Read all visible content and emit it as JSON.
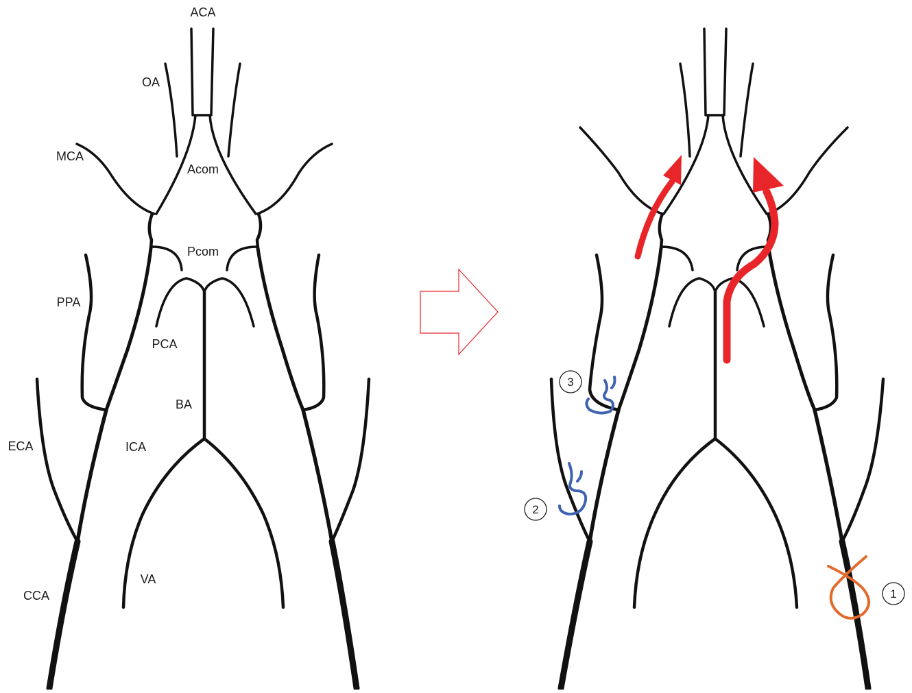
{
  "labels": {
    "aca": "ACA",
    "oa": "OA",
    "mca": "MCA",
    "acom": "Acom",
    "pcom": "Pcom",
    "ppa": "PPA",
    "pca": "PCA",
    "ba": "BA",
    "eca": "ECA",
    "ica": "ICA",
    "cca": "CCA",
    "va": "VA"
  },
  "ligations": {
    "one": "1",
    "two": "2",
    "three": "3"
  },
  "colors": {
    "vessel": "#111111",
    "flow_arrow": "#e8262a",
    "transition_arrow": "#e8262a",
    "ligature_cca": "#e26a2c",
    "ligature_eca_ppa": "#3f63b0"
  }
}
